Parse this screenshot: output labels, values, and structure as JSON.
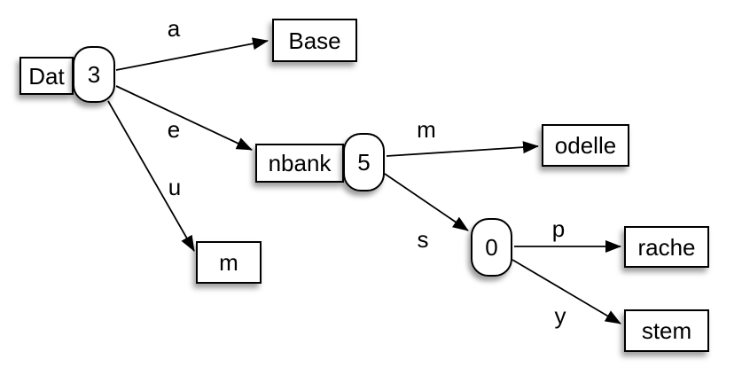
{
  "diagram": {
    "description": "Compressed trie diagram: rectangular text nodes with oval count nodes and labeled arrows",
    "background_color": "#ffffff",
    "node_fill_color": "#ffffff",
    "node_stroke_color": "#000000",
    "text_color": "#000000",
    "nodes": [
      {
        "id": "dat-box",
        "shape": "rect",
        "label": "Dat"
      },
      {
        "id": "dat-count",
        "shape": "oval",
        "label": "3"
      },
      {
        "id": "base-box",
        "shape": "rect",
        "label": "Base"
      },
      {
        "id": "nbank-box",
        "shape": "rect",
        "label": "nbank"
      },
      {
        "id": "nbank-count",
        "shape": "oval",
        "label": "5"
      },
      {
        "id": "m-box",
        "shape": "rect",
        "label": "m"
      },
      {
        "id": "odelle-box",
        "shape": "rect",
        "label": "odelle"
      },
      {
        "id": "zero-count",
        "shape": "oval",
        "label": "0"
      },
      {
        "id": "rache-box",
        "shape": "rect",
        "label": "rache"
      },
      {
        "id": "stem-box",
        "shape": "rect",
        "label": "stem"
      }
    ],
    "edges": [
      {
        "from": "Dat/3",
        "label": "a",
        "to": "Base"
      },
      {
        "from": "Dat/3",
        "label": "e",
        "to": "nbank/5"
      },
      {
        "from": "Dat/3",
        "label": "u",
        "to": "m"
      },
      {
        "from": "nbank/5",
        "label": "m",
        "to": "odelle"
      },
      {
        "from": "nbank/5",
        "label": "s",
        "to": "0"
      },
      {
        "from": "0",
        "label": "p",
        "to": "rache"
      },
      {
        "from": "0",
        "label": "y",
        "to": "stem"
      }
    ]
  }
}
